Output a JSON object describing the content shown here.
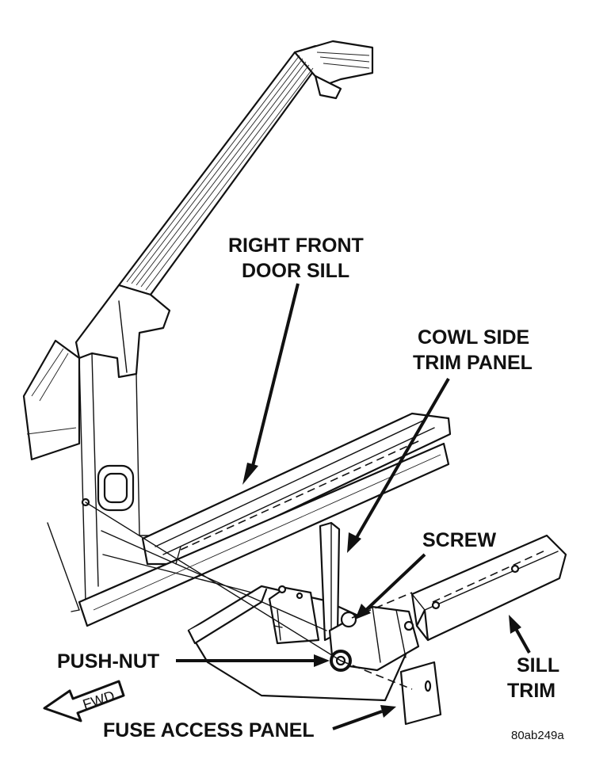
{
  "labels": {
    "door_sill_line1": "RIGHT FRONT",
    "door_sill_line2": "DOOR SILL",
    "cowl_line1": "COWL SIDE",
    "cowl_line2": "TRIM PANEL",
    "screw": "SCREW",
    "push_nut": "PUSH-NUT",
    "sill_trim_line1": "SILL",
    "sill_trim_line2": "TRIM",
    "fuse_access_panel": "FUSE ACCESS PANEL",
    "fwd": "FWD",
    "figure_code": "80ab249a"
  }
}
